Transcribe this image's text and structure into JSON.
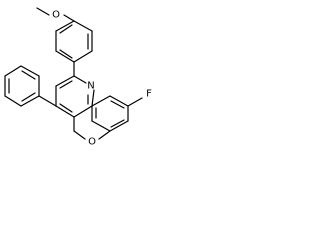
{
  "molecule": {
    "atom_labels": {
      "methoxy_oxygen": "O",
      "pyridine_nitrogen": "N",
      "fluorine": "F",
      "ring_oxygen": "O"
    }
  }
}
